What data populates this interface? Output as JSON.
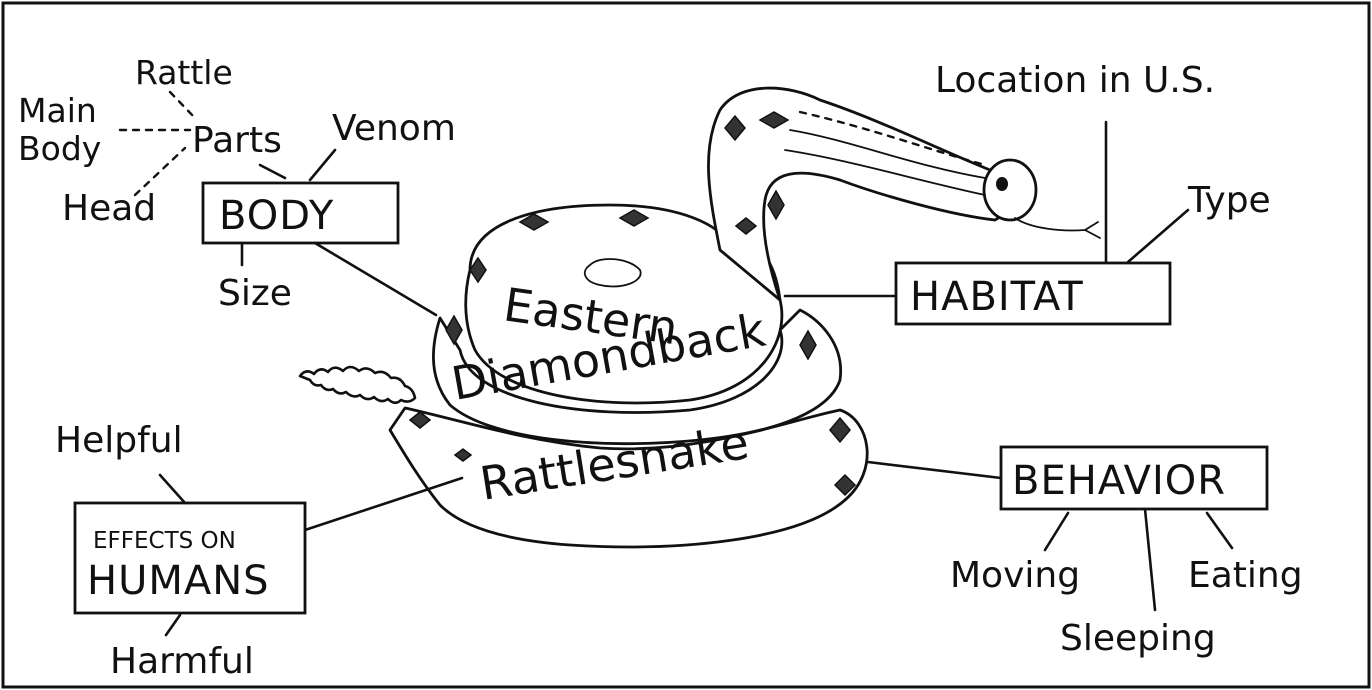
{
  "center": {
    "line1": "Eastern",
    "line2": "Diamondback",
    "line3": "Rattlesnake"
  },
  "body": {
    "label": "BODY",
    "parts": "Parts",
    "rattle": "Rattle",
    "main_body_1": "Main",
    "main_body_2": "Body",
    "head": "Head",
    "venom": "Venom",
    "size": "Size"
  },
  "habitat": {
    "label": "HABITAT",
    "location": "Location in U.S.",
    "type": "Type"
  },
  "behavior": {
    "label": "BEHAVIOR",
    "moving": "Moving",
    "sleeping": "Sleeping",
    "eating": "Eating"
  },
  "effects": {
    "label_line1": "EFFECTS ON",
    "label_line2": "HUMANS",
    "helpful": "Helpful",
    "harmful": "Harmful"
  }
}
